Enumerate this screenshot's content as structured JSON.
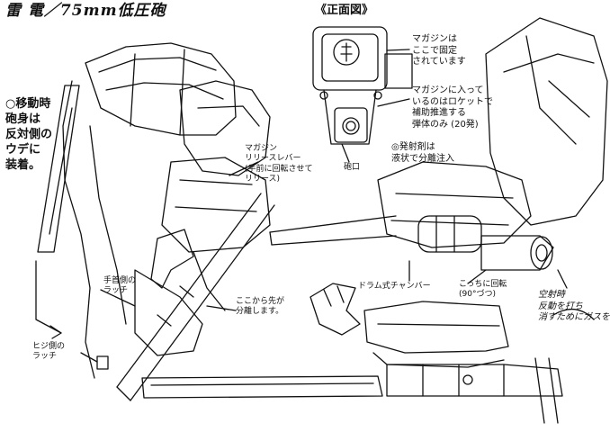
{
  "title": "雷 電／75mm低圧砲",
  "front_view": "《正面図》",
  "notes": {
    "moving": "○移動時\n砲身は\n反対側の\nウデに\n装着。",
    "magazine_fixed": "マガジンは\nここで固定\nされています",
    "magazine_rocket": "マガジンに入って\nいるのはロケットで\n補助推進する\n弾体のみ (20発)",
    "propellant": "◎発射剤は\n液状で分離注入",
    "muzzle": "砲口",
    "release_lever": "マガジン\nリリースレバー\n(手前に回転させて\nリリース)",
    "wrist_latch": "手首側の\nラッチ",
    "separate": "ここから先が\n分離します。",
    "elbow_latch": "ヒジ側の\nラッチ",
    "drum_chamber": "ドラム式チャンバー",
    "rotate": "こっちに回転\n(90°づつ)",
    "handwritten": "空射時\n反動を打ち\n消すためにガスを出す。"
  }
}
